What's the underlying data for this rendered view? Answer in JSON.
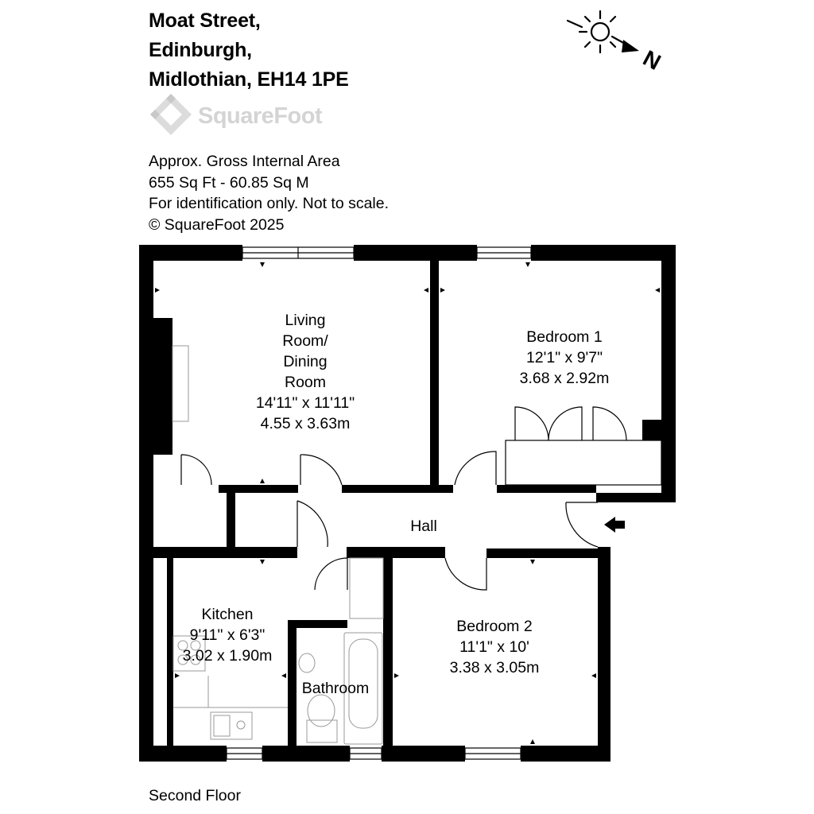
{
  "address": {
    "line1": "Moat Street,",
    "line2": "Edinburgh,",
    "line3": "Midlothian, EH14 1PE"
  },
  "logo": {
    "text": "SquareFoot",
    "color": "#d4d4d4"
  },
  "info": {
    "area_label": "Approx. Gross Internal Area",
    "area_value": "655 Sq Ft  -  60.85 Sq M",
    "disclaimer": "For identification only. Not to scale.",
    "copyright": "© SquareFoot 2025"
  },
  "compass": {
    "letter": "N",
    "icon": "sun-north-arrow-icon"
  },
  "floor_label": "Second Floor",
  "rooms": {
    "living": {
      "name1": "Living",
      "name2": "Room/",
      "name3": "Dining",
      "name4": "Room",
      "imperial": "14'11\" x 11'11\"",
      "metric": "4.55 x 3.63m"
    },
    "bedroom1": {
      "name": "Bedroom 1",
      "imperial": "12'1\" x 9'7\"",
      "metric": "3.68 x 2.92m"
    },
    "hall": {
      "name": "Hall"
    },
    "kitchen": {
      "name": "Kitchen",
      "imperial": "9'11\" x 6'3\"",
      "metric": "3.02 x 1.90m"
    },
    "bathroom": {
      "name": "Bathroom"
    },
    "bedroom2": {
      "name": "Bedroom 2",
      "imperial": "11'1\" x 10'",
      "metric": "3.38 x 3.05m"
    }
  },
  "colors": {
    "wall": "#000000",
    "fixture_line": "#9a9a9a"
  }
}
